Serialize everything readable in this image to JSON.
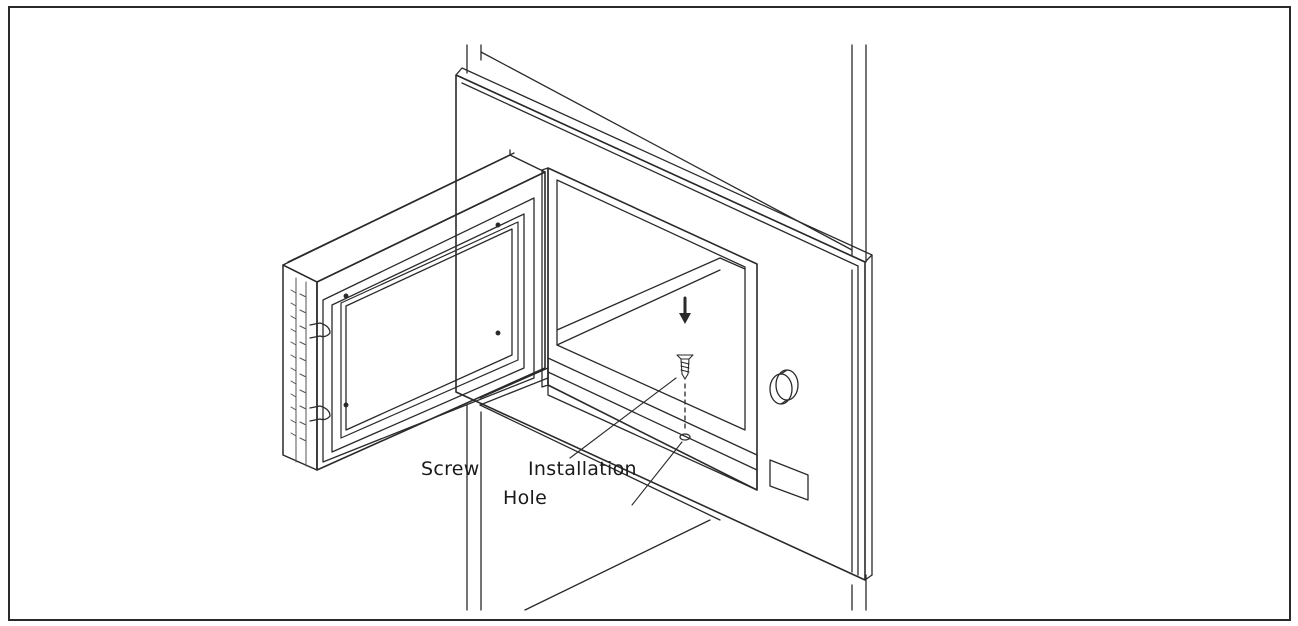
{
  "figure": {
    "labels": {
      "screw": "Screw",
      "installation": "Installation",
      "hole": "Hole"
    },
    "colors": {
      "line": "#2a2a2a",
      "background": "#ffffff",
      "hatch": "#555555"
    },
    "icons": [
      "down-arrow-icon",
      "screw-icon",
      "knob-icon"
    ]
  }
}
